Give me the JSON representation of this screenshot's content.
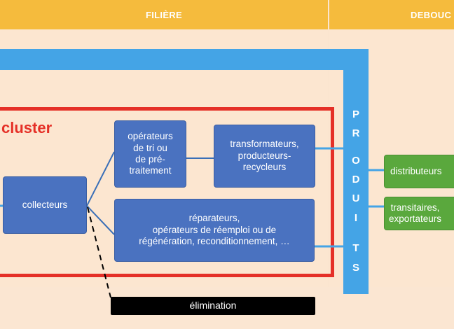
{
  "headers": {
    "filiere": "FILIÈRE",
    "debouches": "DEBOUC"
  },
  "cluster_label": "cluster",
  "produits_letters": [
    "P",
    "R",
    "O",
    "D",
    "U",
    "I",
    "T",
    "S"
  ],
  "nodes": {
    "collecteurs": "collecteurs",
    "tri": "opérateurs\nde tri ou\nde pré-\ntraitement",
    "transformateurs": "transformateurs,\nproducteurs-\nrecycleurs",
    "reparateurs": "réparateurs,\nopérateurs de réemploi ou de\nrégénération, reconditionnement, …",
    "elimination": "élimination",
    "distributeurs": "distributeurs",
    "transitaires": "transitaires,\nexportateurs"
  },
  "colors": {
    "header": "#f5bb3d",
    "background": "#fbe5cf",
    "blue_arrow": "#44a4e6",
    "cluster_border": "#e53027",
    "node_blue": "#4a72c0",
    "node_green": "#5aa83d",
    "elimination": "#000000"
  }
}
